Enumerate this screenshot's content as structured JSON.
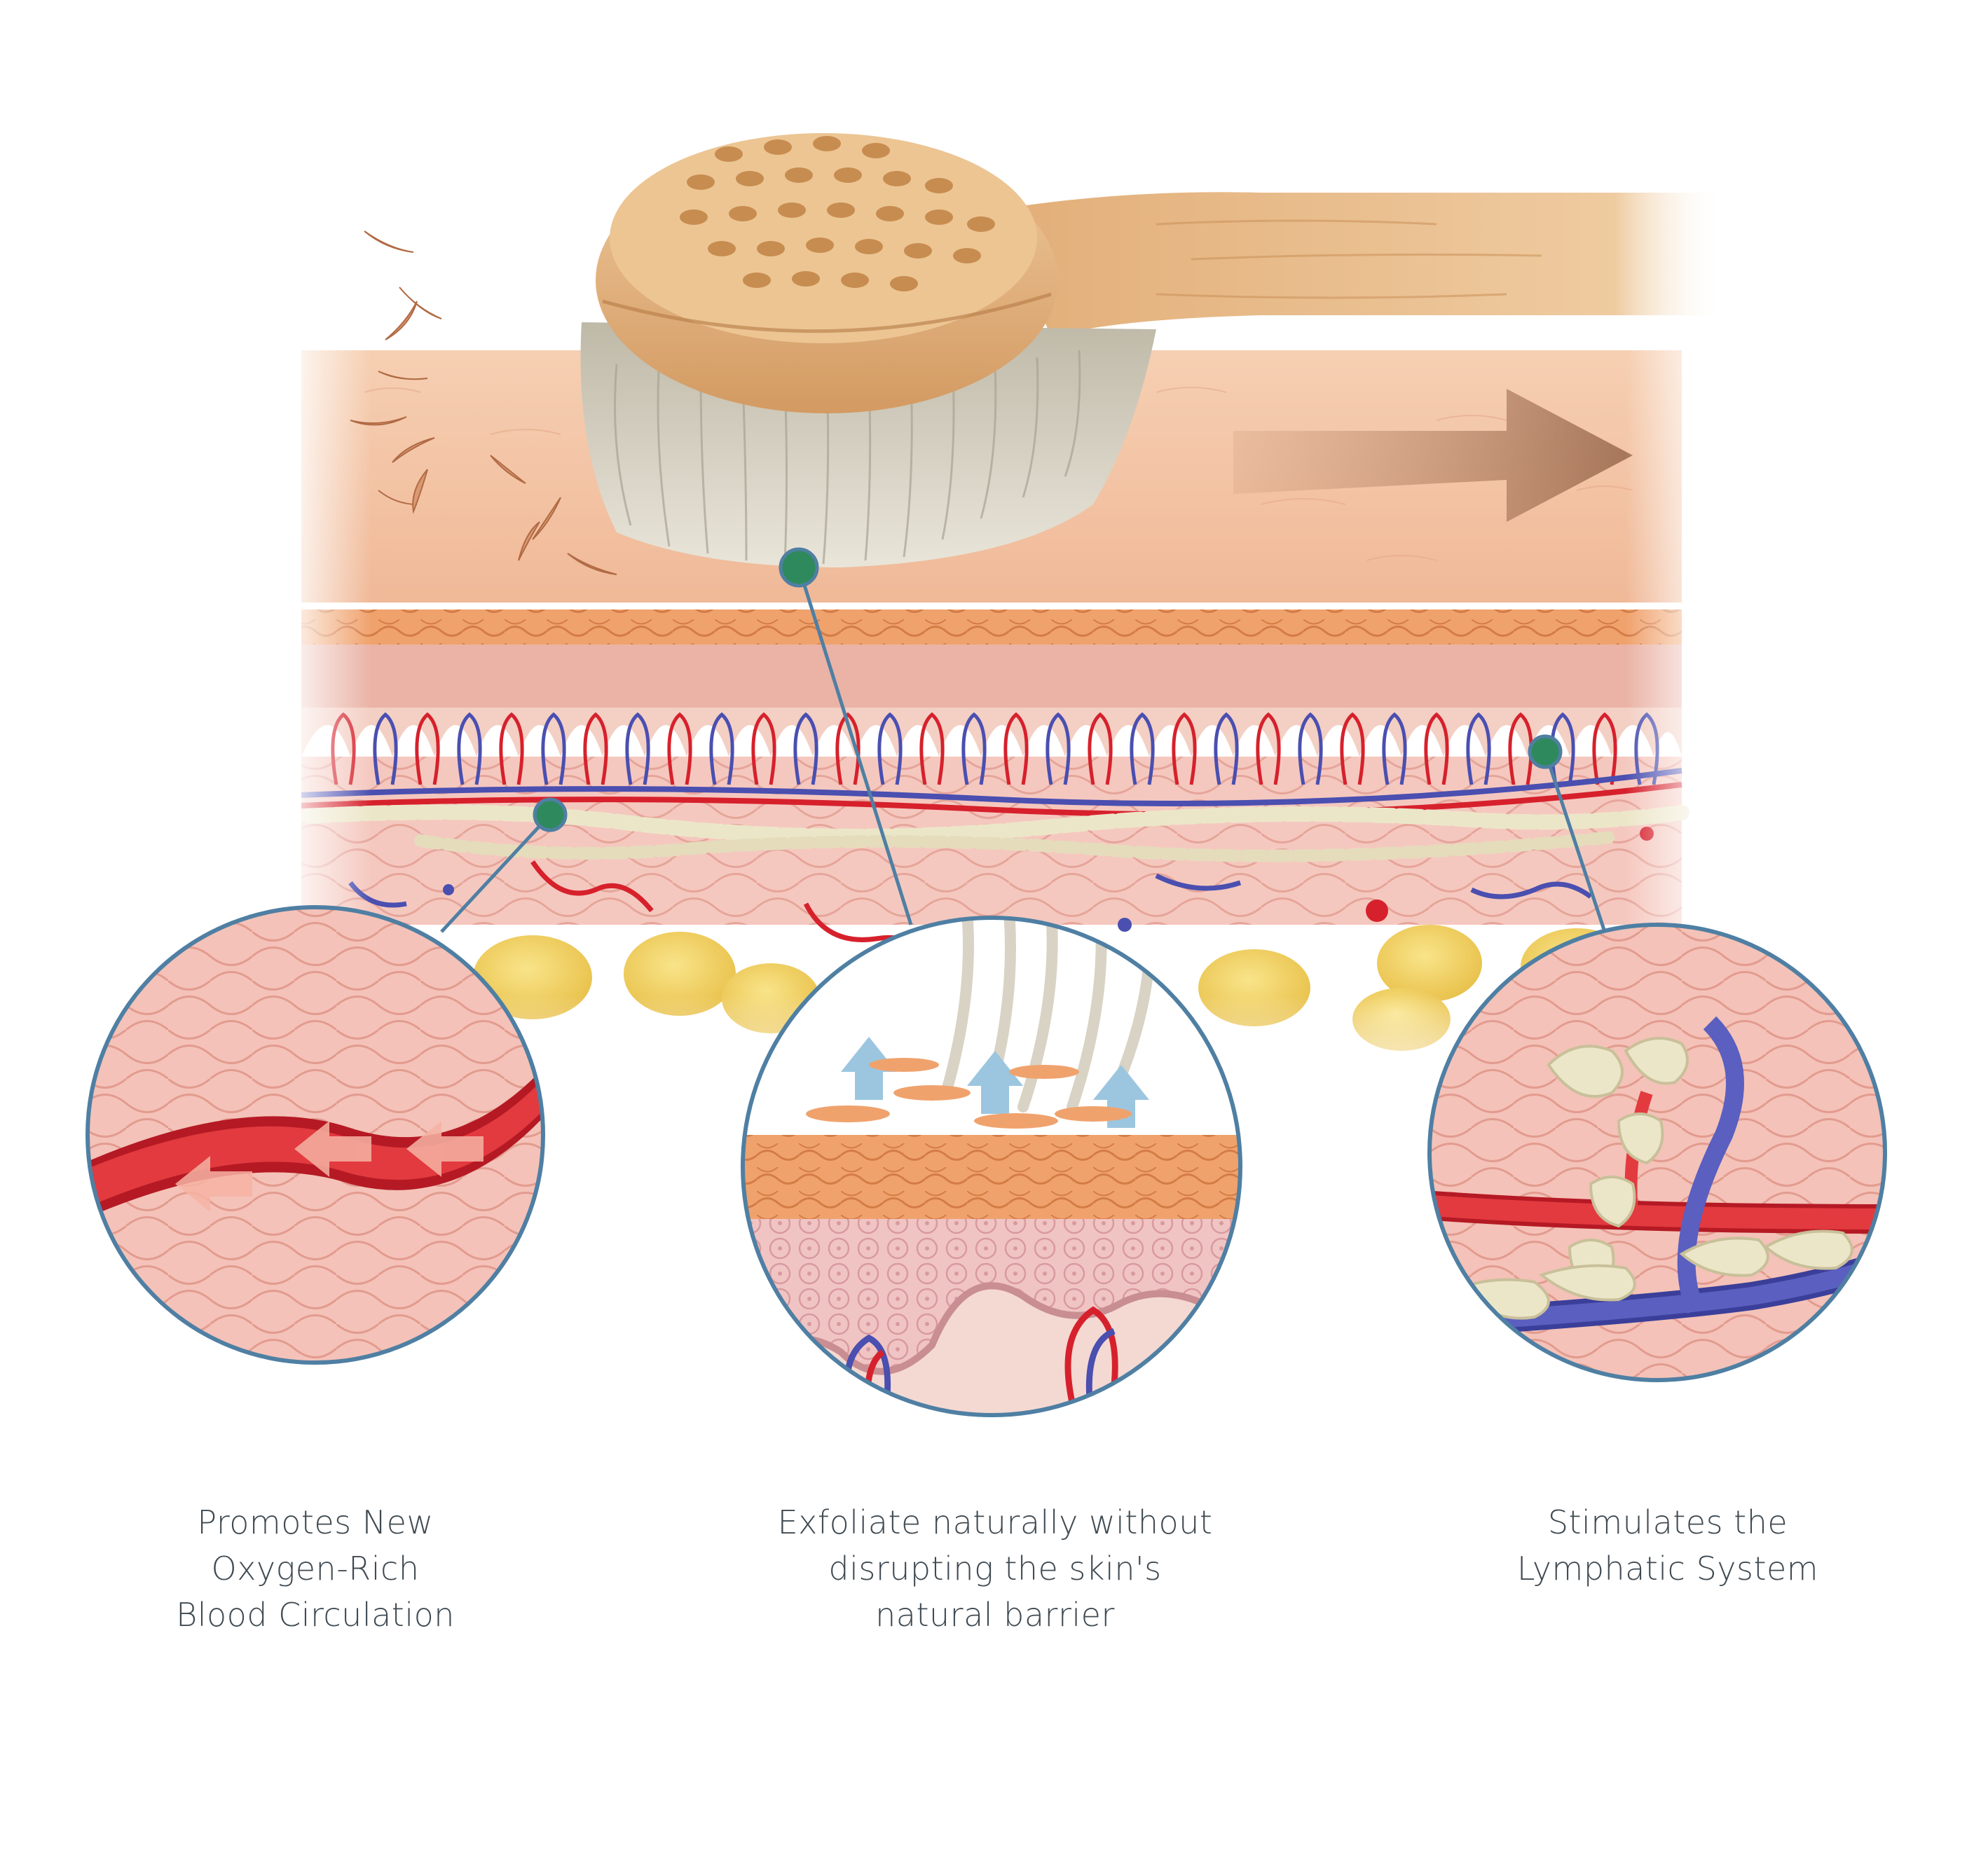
{
  "captions": {
    "left": {
      "lines": [
        "Promotes New",
        "Oxygen-Rich",
        "Blood Circulation"
      ]
    },
    "center": {
      "lines": [
        "Exfoliate naturally without",
        "disrupting the skin's",
        "natural barrier"
      ]
    },
    "right": {
      "lines": [
        "Stimulates the",
        "Lymphatic System"
      ]
    }
  },
  "colors": {
    "skin_surface": "#f3c4a5",
    "epidermis_band": "#f0a06a",
    "dermis": "#f7d3c6",
    "fat": "#f5d76e",
    "artery": "#d6212c",
    "vein": "#4a4fb0",
    "lymph": "#ece6c9",
    "brush_wood": "#e6b785",
    "bristles": "#d8d3c4",
    "callout_ring": "#4f7fa3",
    "callout_dot": "#2e8a5c",
    "caption_text": "#3f4a52"
  },
  "icons": [
    "dry-brush-icon",
    "direction-arrow-icon",
    "dead-skin-flakes-icon",
    "up-arrow-icon"
  ]
}
